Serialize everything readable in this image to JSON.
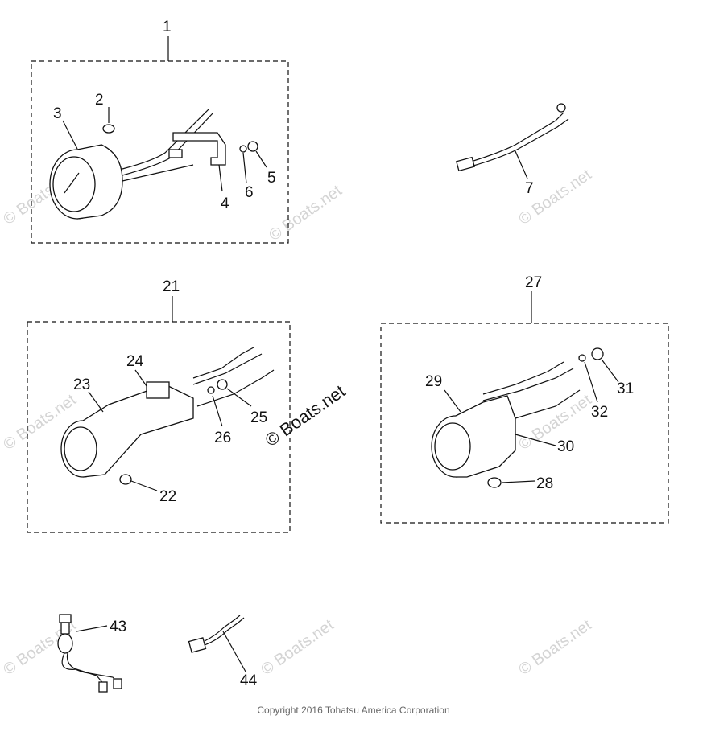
{
  "callouts": {
    "c1": "1",
    "c2": "2",
    "c3": "3",
    "c4": "4",
    "c5": "5",
    "c6": "6",
    "c7": "7",
    "c21": "21",
    "c22": "22",
    "c23": "23",
    "c24": "24",
    "c25": "25",
    "c26": "26",
    "c27": "27",
    "c28": "28",
    "c29": "29",
    "c30": "30",
    "c31": "31",
    "c32": "32",
    "c43": "43",
    "c44": "44"
  },
  "watermark": "© Boats.net",
  "copyright": "Copyright 2016 Tohatsu America Corporation"
}
